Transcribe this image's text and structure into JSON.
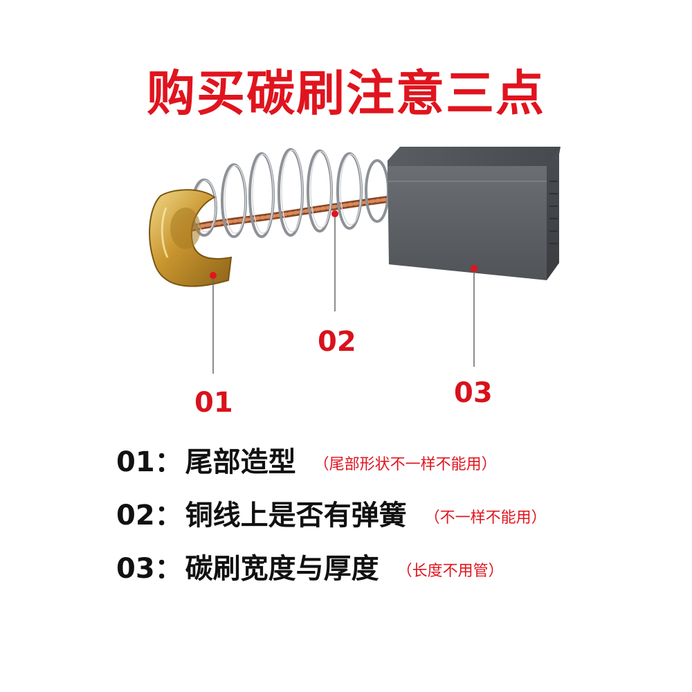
{
  "title": "购买碳刷注意三点",
  "callouts": {
    "c01": "01",
    "c02": "02",
    "c03": "03"
  },
  "notes": [
    {
      "num": "01：",
      "text": "尾部造型",
      "paren": "（尾部形状不一样不能用）"
    },
    {
      "num": "02：",
      "text": "铜线上是否有弹簧",
      "paren": "（不一样不能用）"
    },
    {
      "num": "03：",
      "text": "碳刷宽度与厚度",
      "paren": "（长度不用管）"
    }
  ],
  "colors": {
    "accent_red": "#e0141e",
    "text_dark": "#111111",
    "brass": "#c9962f",
    "carbon": "#5e6063",
    "copper": "#b8623a",
    "spring": "#9a9ea3"
  }
}
